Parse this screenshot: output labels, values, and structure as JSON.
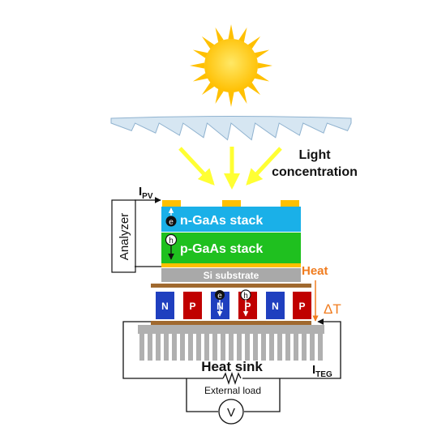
{
  "labels": {
    "light_concentration_line1": "Light",
    "light_concentration_line2": "concentration",
    "ipv_main": "I",
    "ipv_sub": "PV",
    "analyzer": "Analyzer",
    "n_stack": "n-GaAs stack",
    "p_stack": "p-GaAs stack",
    "electron": "e",
    "hole": "h",
    "heat": "Heat",
    "si_substrate": "Si substrate",
    "n_leg": "N",
    "p_leg": "P",
    "delta_t": "ΔT",
    "heat_sink": "Heat sink",
    "iteg_main": "I",
    "iteg_sub": "TEG",
    "external_load": "External load",
    "voltmeter": "V"
  },
  "colors": {
    "sun": "#ffd21f",
    "sun_core": "#ffc000",
    "lens": "#d6e6f2",
    "lens_edge": "#8fb2cf",
    "light_arrow": "#ffff33",
    "contact": "#ffc000",
    "n_gaas": "#1ab0e8",
    "p_gaas": "#1fc01f",
    "si": "#a9a9a9",
    "teg_plate": "#a0692f",
    "n_leg": "#1f3fbf",
    "p_leg": "#c00000",
    "heat_text": "#f07c1f",
    "heat_sink": "#b0b0b0"
  }
}
